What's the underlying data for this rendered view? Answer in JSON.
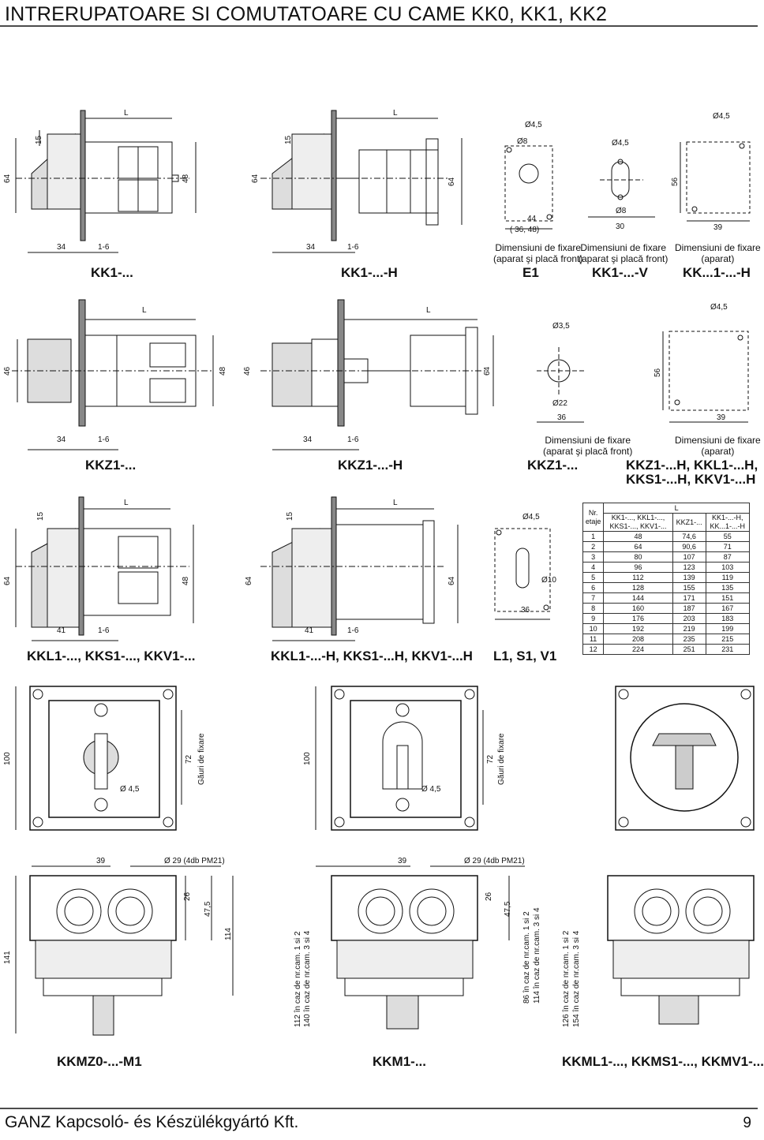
{
  "header": {
    "title": "INTRERUPATOARE SI COMUTATOARE CU CAME KK0, KK1, KK2"
  },
  "row1": {
    "labels": [
      "KK1-...",
      "KK1-...-H",
      "E1",
      "KK1-...-V",
      "KK...1-...-H"
    ],
    "captions": [
      "Dimensiuni de fixare\n(aparat şi placă front)",
      "Dimensiuni de fixare\n(aparat şi placă front)",
      "Dimensiuni de fixare\n(aparat)"
    ],
    "dims": {
      "d15a": "15",
      "d64a": "64",
      "d48a": "48",
      "d34a": "34",
      "d16a": "1-6",
      "L": "L",
      "d15b": "15",
      "d64b": "64",
      "d34b": "34",
      "d16b": "1-6",
      "d64c": "64",
      "dia45a": "Ø4,5",
      "dia8a": "Ø8",
      "d44": "44",
      "d3648": "(   36,   48)",
      "dia45b": "Ø4,5",
      "dia8b": "Ø8",
      "d30": "30",
      "dia45c": "Ø4,5",
      "d56": "56",
      "d39": "39"
    }
  },
  "row2": {
    "labels": [
      "KKZ1-...",
      "KKZ1-...-H",
      "KKZ1-...",
      "KKZ1-...H, KKL1-...H,",
      "KKS1-...H, KKV1-...H"
    ],
    "captions": [
      "Dimensiuni de fixare\n(aparat şi placă front)",
      "Dimensiuni de fixare\n(aparat)"
    ],
    "dims": {
      "d46a": "46",
      "d48": "48",
      "d46b": "46",
      "d64": "64",
      "d34a": "34",
      "d16a": "1-6",
      "d34b": "34",
      "d16b": "1-6",
      "L": "L",
      "dia35": "Ø3,5",
      "dia22": "Ø22",
      "d36": "36",
      "dia45": "Ø4,5",
      "d56": "56",
      "d39": "39"
    }
  },
  "row3": {
    "labels": [
      "KKL1-..., KKS1-..., KKV1-...",
      "KKL1-...-H, KKS1-...H, KKV1-...H",
      "L1, S1, V1"
    ],
    "dims": {
      "d15a": "15",
      "d64a": "64",
      "d48": "48",
      "d41a": "41",
      "d16a": "1-6",
      "L": "L",
      "d15b": "15",
      "d64b": "64",
      "d64c": "64",
      "d41b": "41",
      "d16b": "1-6",
      "dia45": "Ø4,5",
      "dia10": "Ø10",
      "d36": "36"
    },
    "table": {
      "h_nr": "Nr.\netaje",
      "h_L": "L",
      "h_c1": "KK1-..., KKL1-...,\nKKS1-..., KKV1-...",
      "h_c2": "KKZ1-...",
      "h_c3": "KK1-...-H,\nKK...1-...-H",
      "rows": [
        [
          "1",
          "48",
          "74,6",
          "55"
        ],
        [
          "2",
          "64",
          "90,6",
          "71"
        ],
        [
          "3",
          "80",
          "107",
          "87"
        ],
        [
          "4",
          "96",
          "123",
          "103"
        ],
        [
          "5",
          "112",
          "139",
          "119"
        ],
        [
          "6",
          "128",
          "155",
          "135"
        ],
        [
          "7",
          "144",
          "171",
          "151"
        ],
        [
          "8",
          "160",
          "187",
          "167"
        ],
        [
          "9",
          "176",
          "203",
          "183"
        ],
        [
          "10",
          "192",
          "219",
          "199"
        ],
        [
          "11",
          "208",
          "235",
          "215"
        ],
        [
          "12",
          "224",
          "251",
          "231"
        ]
      ]
    }
  },
  "row4": {
    "dims": {
      "d100a": "100",
      "d72a": "72",
      "holesA": "Găuri de fixare",
      "dia45a": "Ø 4,5",
      "d100b": "100",
      "d72b": "72",
      "holesB": "Găuri de fixare",
      "dia45b": "Ø 4,5"
    }
  },
  "row5": {
    "labels": [
      "KKMZ0-...-M1",
      "KKM1-...",
      "KKML1-..., KKMS1-..., KKMV1-..."
    ],
    "dims": {
      "d39a": "39",
      "dia29a": "Ø 29 (4db PM21)",
      "d39b": "39",
      "dia29b": "Ø 29 (4db PM21)",
      "d141": "141",
      "d26a": "26",
      "d475a": "47,5",
      "d114": "114",
      "n112": "112  în caz de nr.cam. 1 si 2",
      "n140": "140  în caz de nr.cam. 3 si 4",
      "d26b": "26",
      "d475b": "47,5",
      "n86": "86  în caz de nr.cam. 1 si 2",
      "n114": "114  în caz de nr.cam. 3 si 4",
      "n126": "126  în caz de nr.cam. 1 si 2",
      "n154": "154  în caz de nr.cam. 3 si 4"
    }
  },
  "footer": {
    "company": "GANZ Kapcsoló- és Készülékgyártó Kft.",
    "page": "9"
  }
}
